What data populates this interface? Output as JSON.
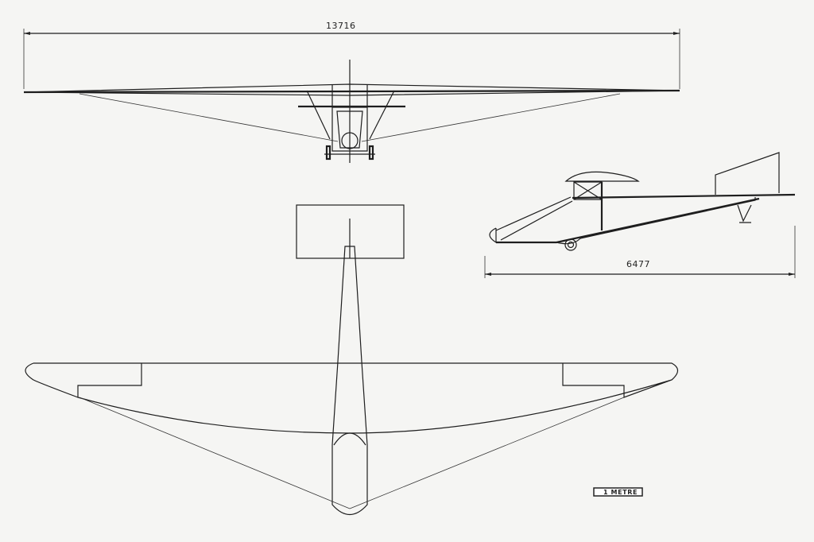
{
  "drawing": {
    "span_dimension": "13716",
    "length_dimension": "6477",
    "scale_bar_label": "1 METRE"
  }
}
